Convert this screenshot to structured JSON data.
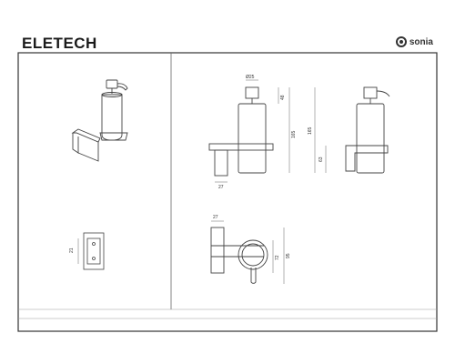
{
  "header": {
    "brand": "ELETECH",
    "logo_text": "sonia",
    "logo_icon": "sonia-logo-icon"
  },
  "drawing": {
    "dimensions": {
      "cap_diameter": "Ø25",
      "pump_height": "48",
      "bottle_height": "165",
      "base_width": "27",
      "side_total_height": "165",
      "side_bracket_height": "63",
      "top_view_offset": "27",
      "top_view_depth": "72",
      "top_view_total": "95",
      "small_view_dim": "21"
    }
  }
}
